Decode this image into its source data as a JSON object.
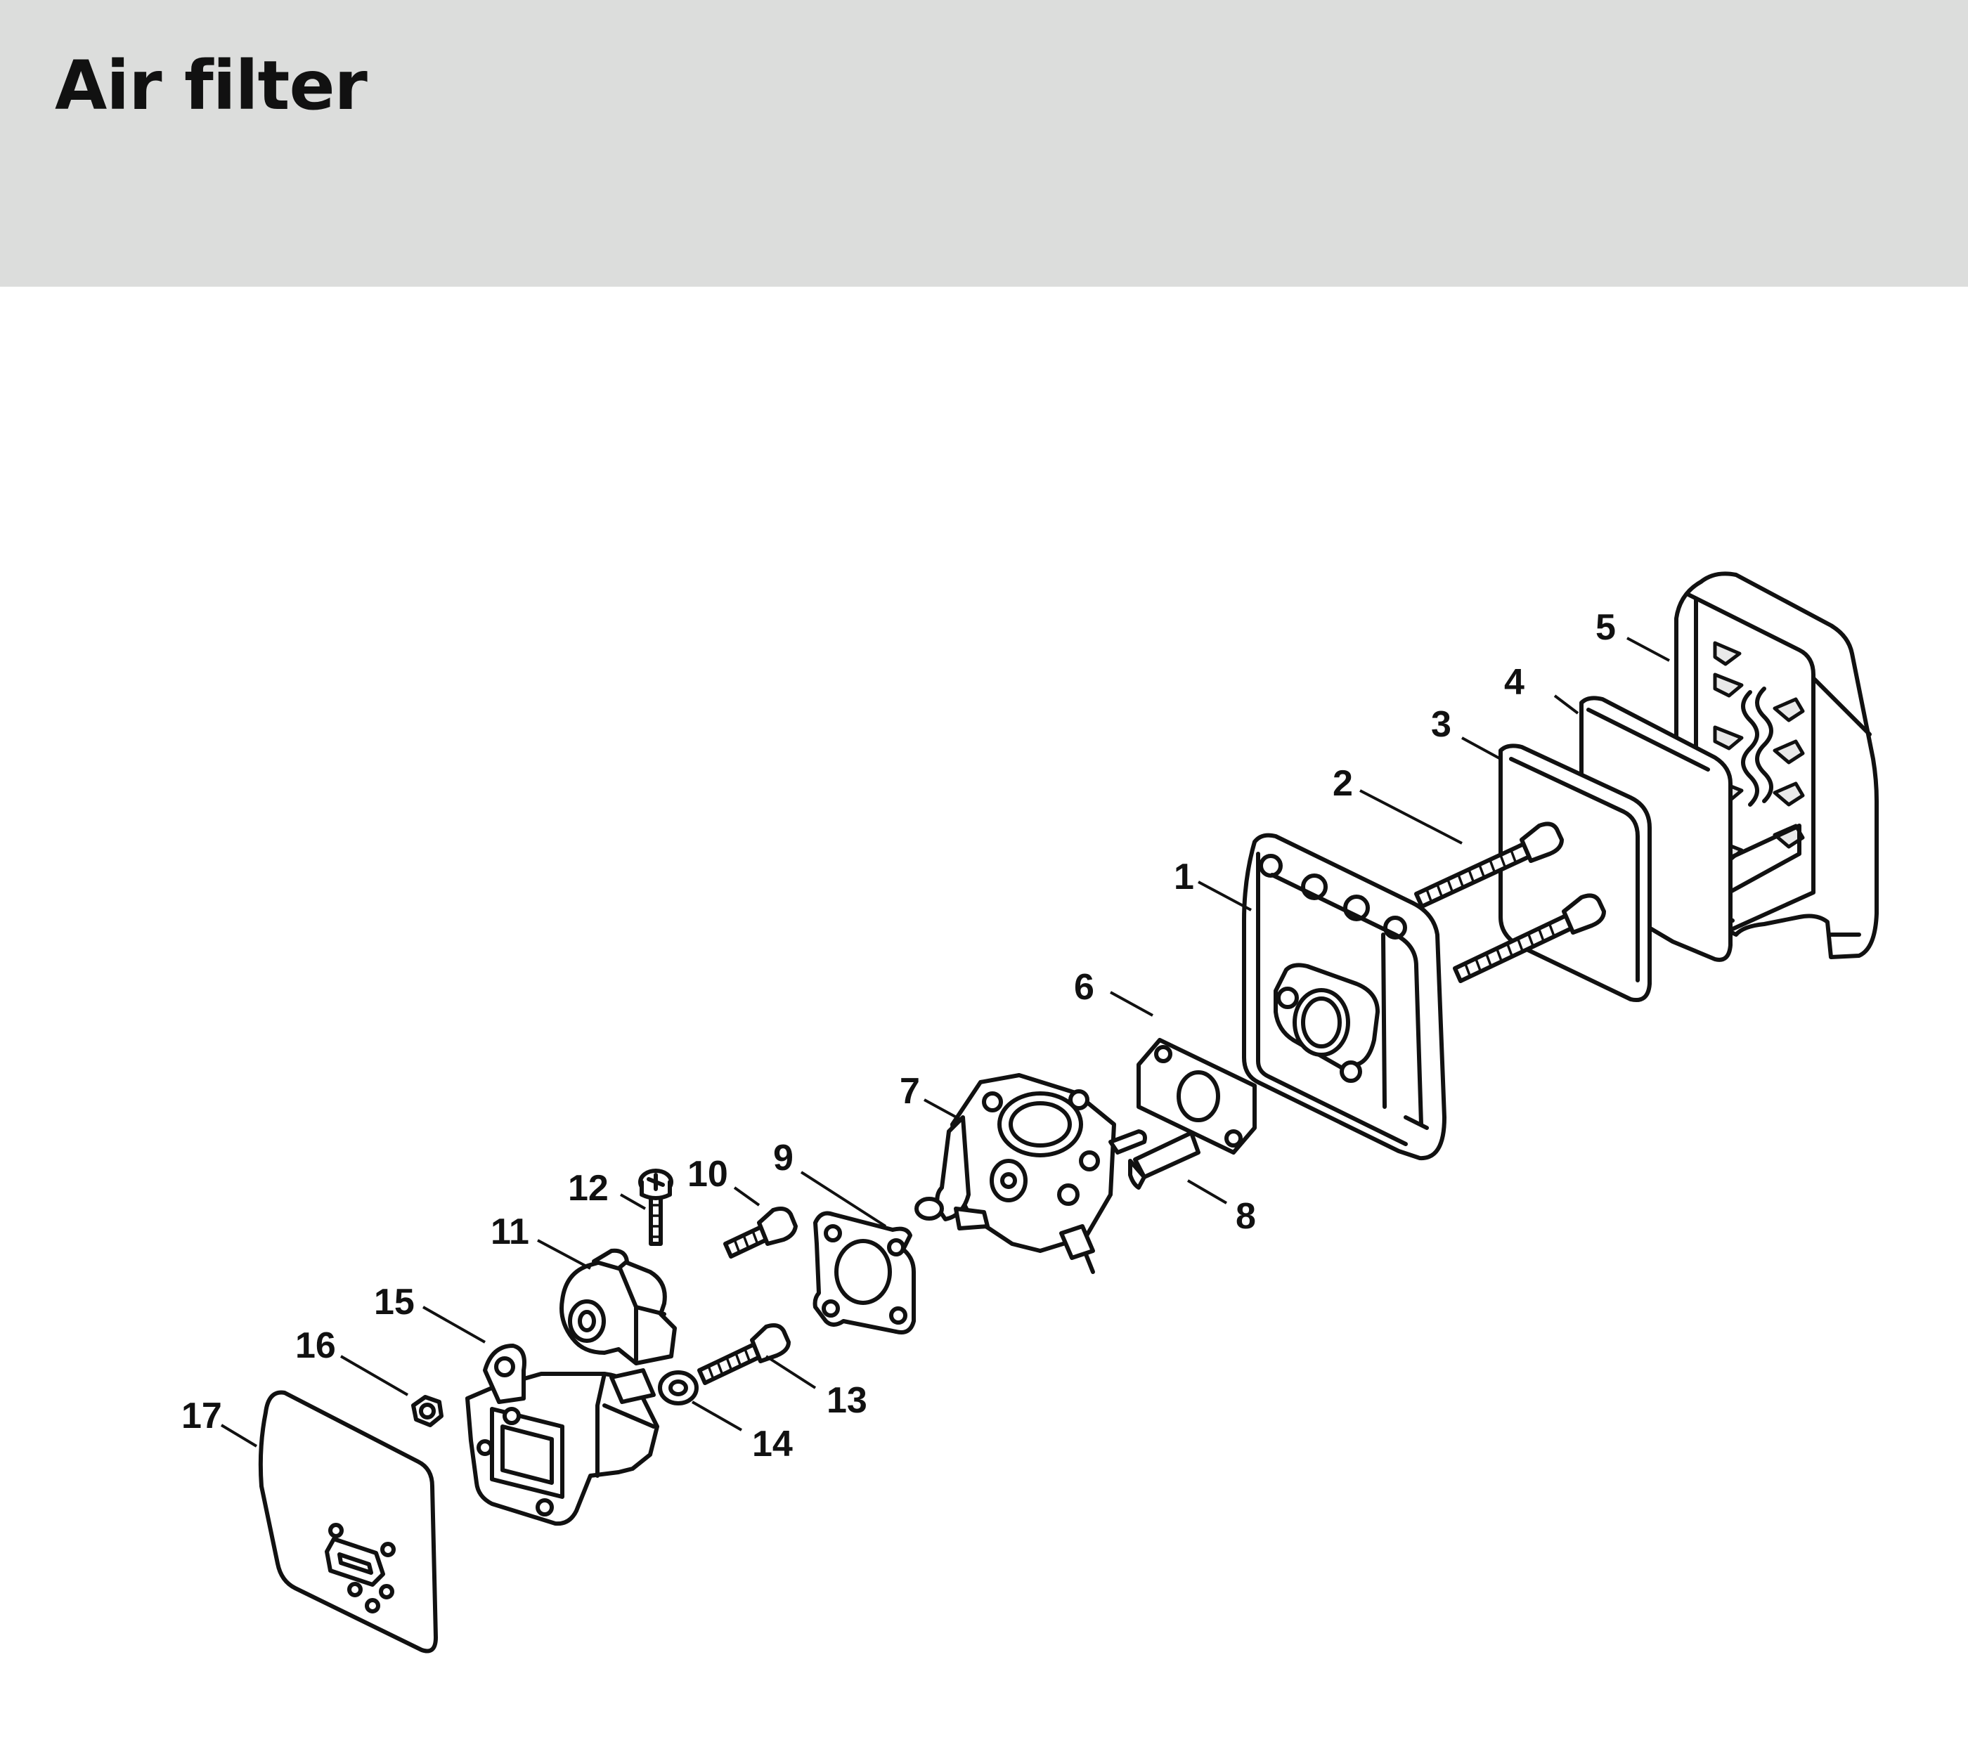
{
  "header": {
    "title": "Air filter",
    "background_color": "#dcdddc"
  },
  "diagram": {
    "callouts": [
      {
        "id": "1",
        "label": "1",
        "part": "air-filter-base"
      },
      {
        "id": "2",
        "label": "2",
        "part": "long-screw"
      },
      {
        "id": "3",
        "label": "3",
        "part": "filter-gasket-frame"
      },
      {
        "id": "4",
        "label": "4",
        "part": "filter-element"
      },
      {
        "id": "5",
        "label": "5",
        "part": "filter-cover"
      },
      {
        "id": "6",
        "label": "6",
        "part": "flange-gasket"
      },
      {
        "id": "7",
        "label": "7",
        "part": "carburetor"
      },
      {
        "id": "8",
        "label": "8",
        "part": "choke-lever"
      },
      {
        "id": "9",
        "label": "9",
        "part": "carburetor-gasket"
      },
      {
        "id": "10",
        "label": "10",
        "part": "screw"
      },
      {
        "id": "11",
        "label": "11",
        "part": "throttle-housing"
      },
      {
        "id": "12",
        "label": "12",
        "part": "small-screw"
      },
      {
        "id": "13",
        "label": "13",
        "part": "screw"
      },
      {
        "id": "14",
        "label": "14",
        "part": "washer"
      },
      {
        "id": "15",
        "label": "15",
        "part": "intake-manifold"
      },
      {
        "id": "16",
        "label": "16",
        "part": "nut"
      },
      {
        "id": "17",
        "label": "17",
        "part": "base-gasket-plate"
      }
    ]
  }
}
